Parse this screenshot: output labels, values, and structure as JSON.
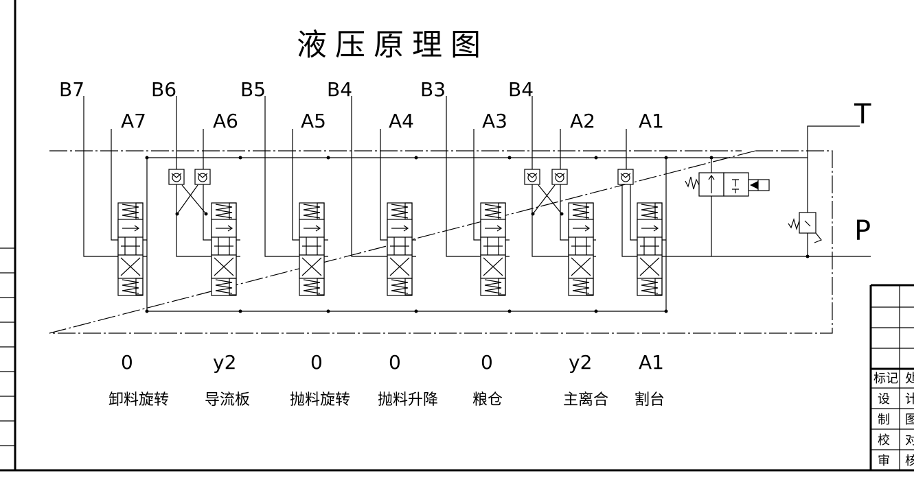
{
  "title": "液压原理图",
  "ports": {
    "B7": "B7",
    "A7": "A7",
    "B6": "B6",
    "A6": "A6",
    "B5": "B5",
    "A5": "A5",
    "B4a": "B4",
    "A4": "A4",
    "B3": "B3",
    "A3": "A3",
    "B4b": "B4",
    "A2": "A2",
    "A1": "A1",
    "T": "T",
    "P": "P"
  },
  "sections": [
    {
      "signal": "0",
      "function": "卸料旋转"
    },
    {
      "signal": "y2",
      "function": "导流板"
    },
    {
      "signal": "0",
      "function": "抛料旋转"
    },
    {
      "signal": "0",
      "function": "抛料升降"
    },
    {
      "signal": "0",
      "function": "粮仓"
    },
    {
      "signal": "y2",
      "function": "主离合"
    },
    {
      "signal": "A1",
      "function": "割台"
    }
  ],
  "title_block": {
    "r1a": "标记",
    "r1b": "处",
    "r2a": "设",
    "r2b": "计",
    "r3a": "制",
    "r3b": "图",
    "r4a": "校",
    "r4b": "对",
    "r5a": "审",
    "r5b": "核"
  }
}
